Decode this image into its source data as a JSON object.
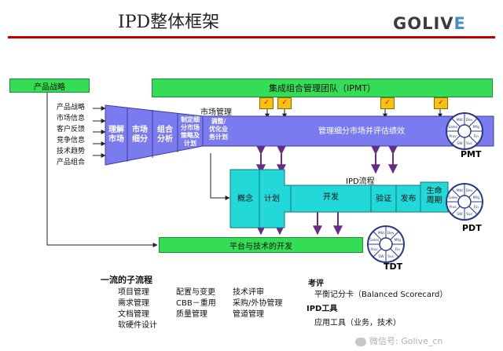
{
  "header": {
    "title": "IPD整体框架",
    "logo_prefix": "GOLIV",
    "logo_accent": "E"
  },
  "product_strategy": {
    "title": "产品战略",
    "inputs": [
      "产品战略",
      "市场信息",
      "客户反馈",
      "竞争信息",
      "技术趋势",
      "产品组合"
    ]
  },
  "ipmt": {
    "label": "集成组合管理团队（IPMT）"
  },
  "market_mgmt": {
    "title": "市场管理",
    "steps": [
      "理解市场",
      "市场细分",
      "组合分析",
      "制定细分市场策略及计划",
      "调整/优化业务计划"
    ],
    "step_lines": [
      [
        "理解",
        "市场"
      ],
      [
        "市场",
        "细分"
      ],
      [
        "组合",
        "分析"
      ],
      [
        "制定细",
        "分市场",
        "策略及",
        "计划"
      ],
      [
        "调整/",
        "优化业",
        "务计划"
      ]
    ],
    "band": "管理细分市场并评估绩效"
  },
  "ipd": {
    "title": "IPD流程",
    "phases": [
      [
        "概念"
      ],
      [
        "计划"
      ],
      [
        "开发"
      ],
      [
        "验证"
      ],
      [
        "发布"
      ],
      [
        "生命",
        "周期"
      ]
    ]
  },
  "platform": {
    "label": "平台与技术的开发"
  },
  "wheels": {
    "pmt": "PMT",
    "pdt": "PDT",
    "tdt": "TDT",
    "segments": [
      "Dev",
      "Mfg",
      "Fin",
      "Svc",
      "SW",
      "Proc",
      "Sales",
      "Mkt"
    ]
  },
  "subprocess": {
    "title": "一流的子流程",
    "col1": [
      "项目管理",
      "需求管理",
      "文档管理",
      "软硬件设计"
    ],
    "col2": [
      "配置与变更",
      "CBB－重用",
      "质量管理"
    ],
    "col3": [
      "技术评审",
      "采购/外协管理",
      "管道管理"
    ]
  },
  "evaluation": {
    "title": "考评",
    "item": "平衡记分卡（Balanced Scorecard）"
  },
  "ipd_tools": {
    "title": "IPD工具",
    "item": "应用工具（业务，技术）"
  },
  "watermark": "微信号: Golive_cn",
  "colors": {
    "green": "#33dd55",
    "purple": "#7b7bf0",
    "cyan": "#22d8d8",
    "red_rule": "#c00000"
  }
}
